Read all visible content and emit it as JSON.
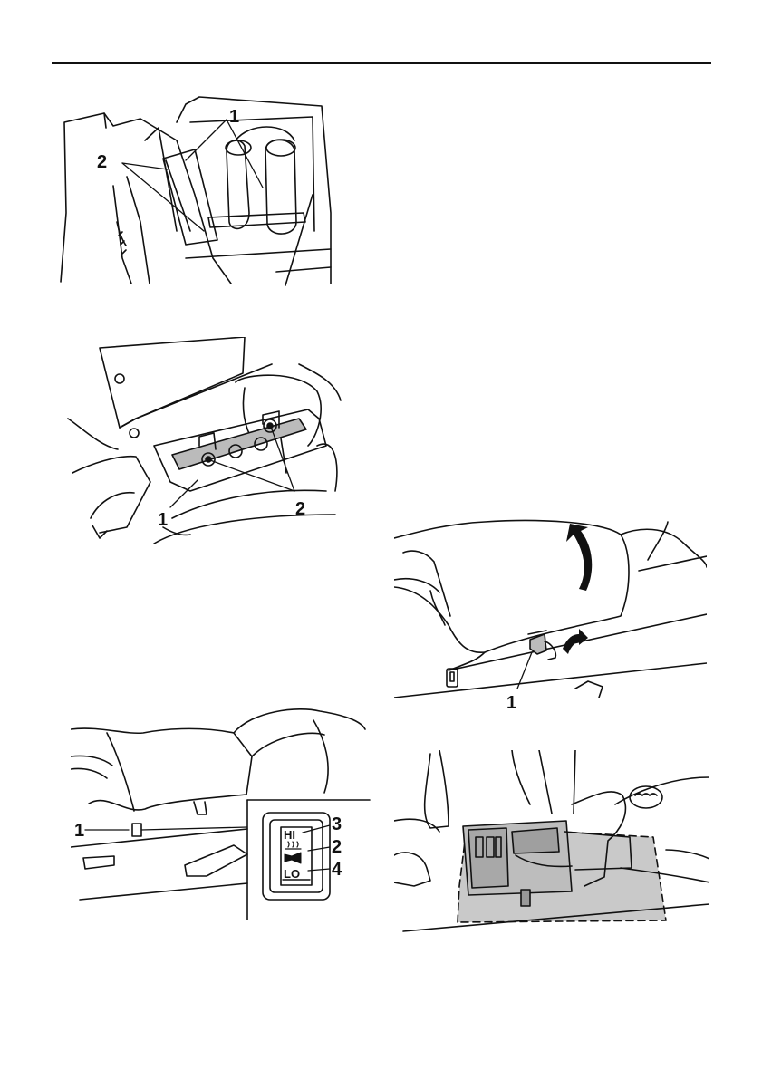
{
  "fig1": {
    "callout_1": "1",
    "callout_2": "2"
  },
  "fig2": {
    "callout_1": "1",
    "callout_2": "2"
  },
  "fig3": {
    "callout_1": "1",
    "callout_2": "2",
    "callout_3": "3",
    "callout_4": "4",
    "switch_hi": "HI",
    "switch_lo": "LO"
  },
  "fig4": {
    "callout_1": "1"
  },
  "fig5": {},
  "icons": [
    "arrow-curved-icon",
    "hand-icon",
    "heat-icon",
    "horn-icon"
  ]
}
